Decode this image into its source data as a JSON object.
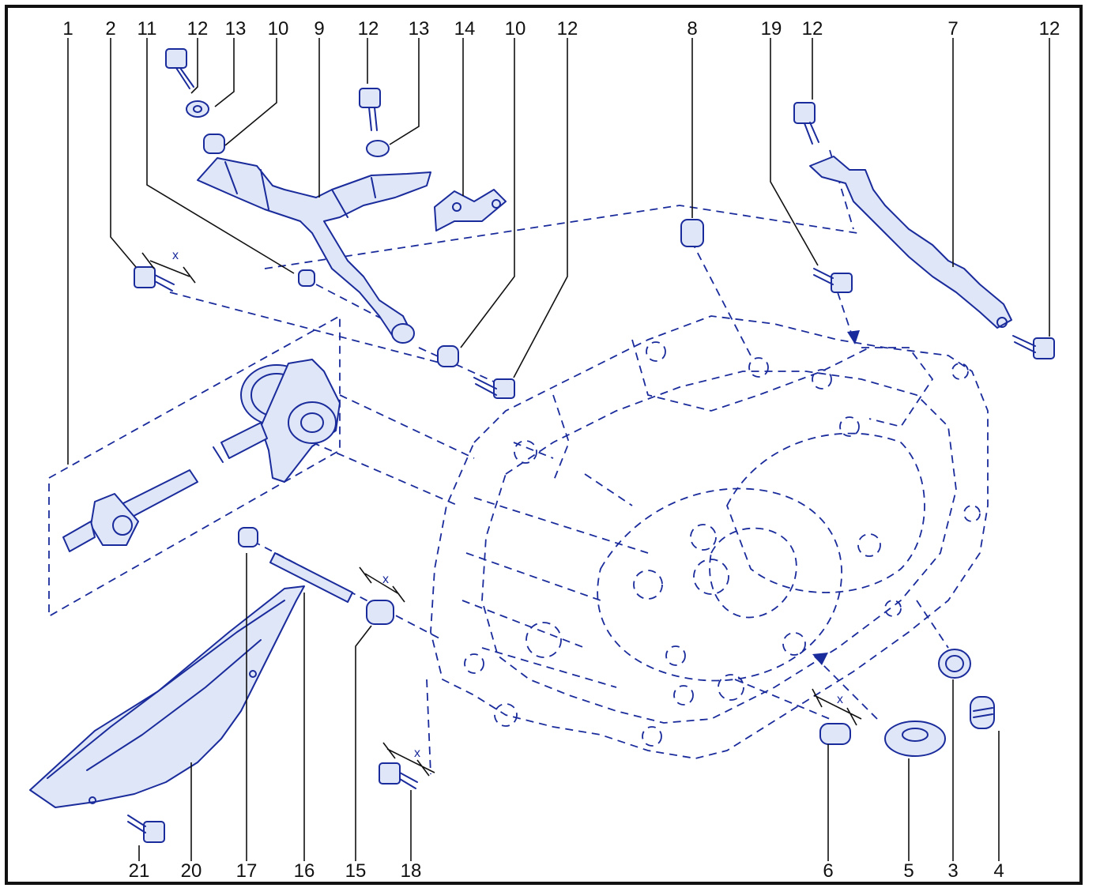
{
  "callouts": {
    "c1": "1",
    "c2": "2",
    "c11": "11",
    "c12a": "12",
    "c13a": "13",
    "c10a": "10",
    "c9": "9",
    "c12b": "12",
    "c13b": "13",
    "c14": "14",
    "c10b": "10",
    "c12c": "12",
    "c8": "8",
    "c19": "19",
    "c12d": "12",
    "c7": "7",
    "c12e": "12",
    "c21": "21",
    "c20": "20",
    "c17": "17",
    "c16": "16",
    "c15": "15",
    "c18": "18",
    "c6": "6",
    "c5": "5",
    "c3": "3",
    "c4": "4"
  },
  "dimension_marks": {
    "x1": "x",
    "x2": "x",
    "x3": "x",
    "x4": "x"
  },
  "colors": {
    "line": "#1a2b9b",
    "fill": "#dfe6f7",
    "text": "#111111",
    "border": "#111111"
  }
}
